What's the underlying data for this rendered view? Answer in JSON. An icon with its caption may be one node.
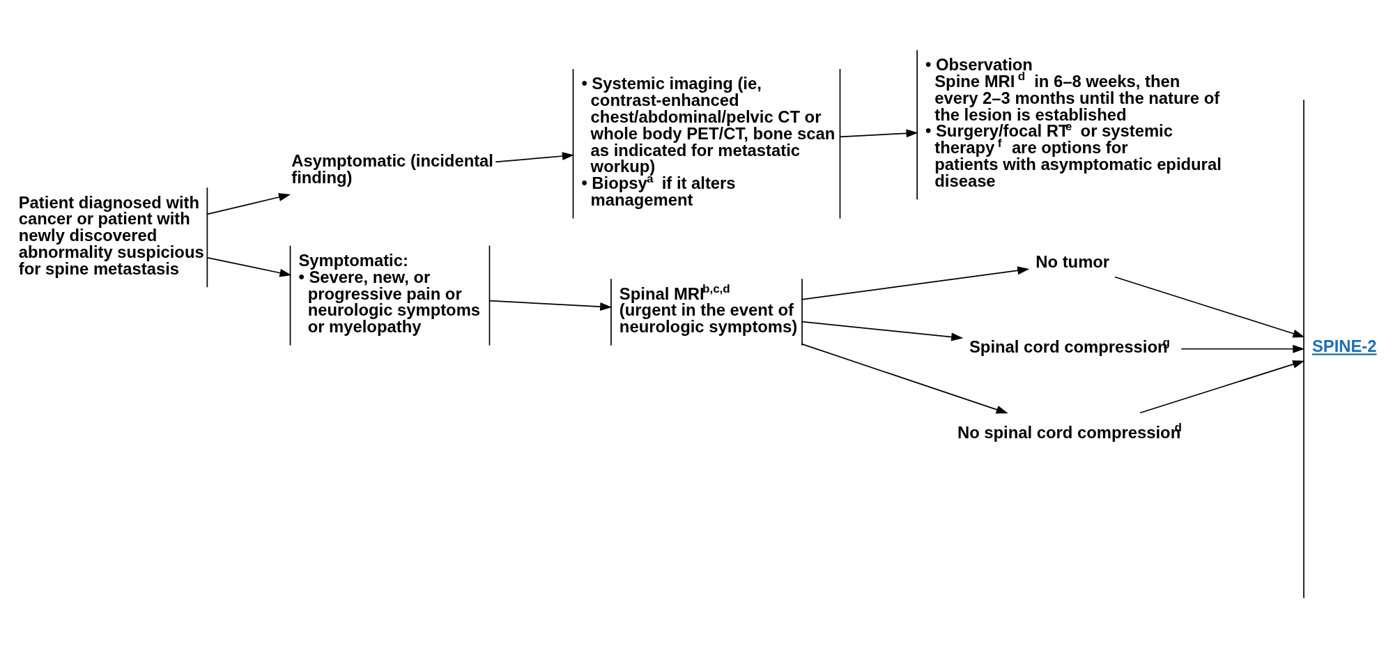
{
  "diagram": {
    "nodes": [
      {
        "text": [
          "Patient diagnosed with cancer or patient with newly discovered abnormality suspicious for spine metastasis"
        ]
      },
      {
        "text": [
          "Asymptomatic (incidental finding)"
        ]
      },
      {
        "text": [
          "• Systemic imaging (ie, contrast-enhanced chest/abdominal/pelvic CT or whole body PET/CT, bone scan as indicated for metastatic workup)",
          "• Biopsy$^{a}$ if it alters management"
        ]
      },
      {
        "text": [
          "• Observation",
          "Spine MRI$^{d}$ in 6–8 weeks, then every 2–3 months until the nature of the lesion is established",
          "• Surgery/focal RT$^{e}$ or systemic therapy$^{f}$ are options for patients with asymptomatic epidural disease"
        ]
      },
      {
        "text": [
          "Symptomatic:",
          "• Severe, new, or progressive pain or neurologic symptoms or myelopathy"
        ]
      },
      {
        "text": [
          "Spinal MRI$^{b,c,d}$ (urgent in the event of neurologic symptoms)"
        ]
      },
      {
        "text": [
          "No tumor"
        ]
      },
      {
        "text": [
          "Spinal cord compression$^{g}$"
        ]
      },
      {
        "text": [
          "No spinal cord compression$^{d}$"
        ]
      },
      {
        "text": [
          "SPINE-2"
        ]
      }
    ],
    "edges": [
      {
        "from": 0,
        "to": 1,
        "arrow": "to"
      },
      {
        "from": 0,
        "to": 4,
        "arrow": "to"
      },
      {
        "from": 1,
        "to": 2,
        "arrow": "to"
      },
      {
        "from": 2,
        "to": 3,
        "arrow": "to"
      },
      {
        "from": 4,
        "to": 5,
        "arrow": "to"
      },
      {
        "from": 5,
        "to": 6,
        "arrow": "to"
      },
      {
        "from": 5,
        "to": 7,
        "arrow": "to"
      },
      {
        "from": 5,
        "to": 8,
        "arrow": "to"
      },
      {
        "from": 6,
        "to": 9,
        "arrow": "to"
      },
      {
        "from": 7,
        "to": 9,
        "arrow": "to"
      },
      {
        "from": 8,
        "to": 9,
        "arrow": "to"
      }
    ]
  }
}
